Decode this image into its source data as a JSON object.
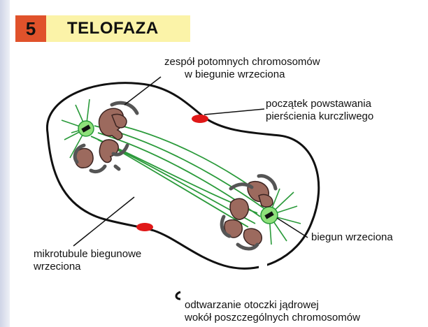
{
  "header": {
    "step_number": "5",
    "title": "TELOFAZA"
  },
  "labels": {
    "chromosome_set": [
      "zespół potomnych chromosomów",
      "w biegunie wrzeciona"
    ],
    "cleavage_ring": [
      "początek powstawania",
      "pierścienia kurczliwego"
    ],
    "polar_microtubules": [
      "mikrotubule biegunowe",
      "wrzeciona"
    ],
    "spindle_pole": [
      "biegun wrzeciona"
    ],
    "nuclear_envelope": [
      "odtwarzanie otoczki jądrowej",
      "wokół poszczególnych chromosomów"
    ]
  },
  "colors": {
    "badge": "#e0522b",
    "title_band": "#fbf3a8",
    "microtubule": "#2a9a3a",
    "chromosome": "#9c6a5e",
    "contractile_ring": "#e01818",
    "spindle_pole": "#8ee07a",
    "envelope_fragment": "#c0c0c0"
  }
}
